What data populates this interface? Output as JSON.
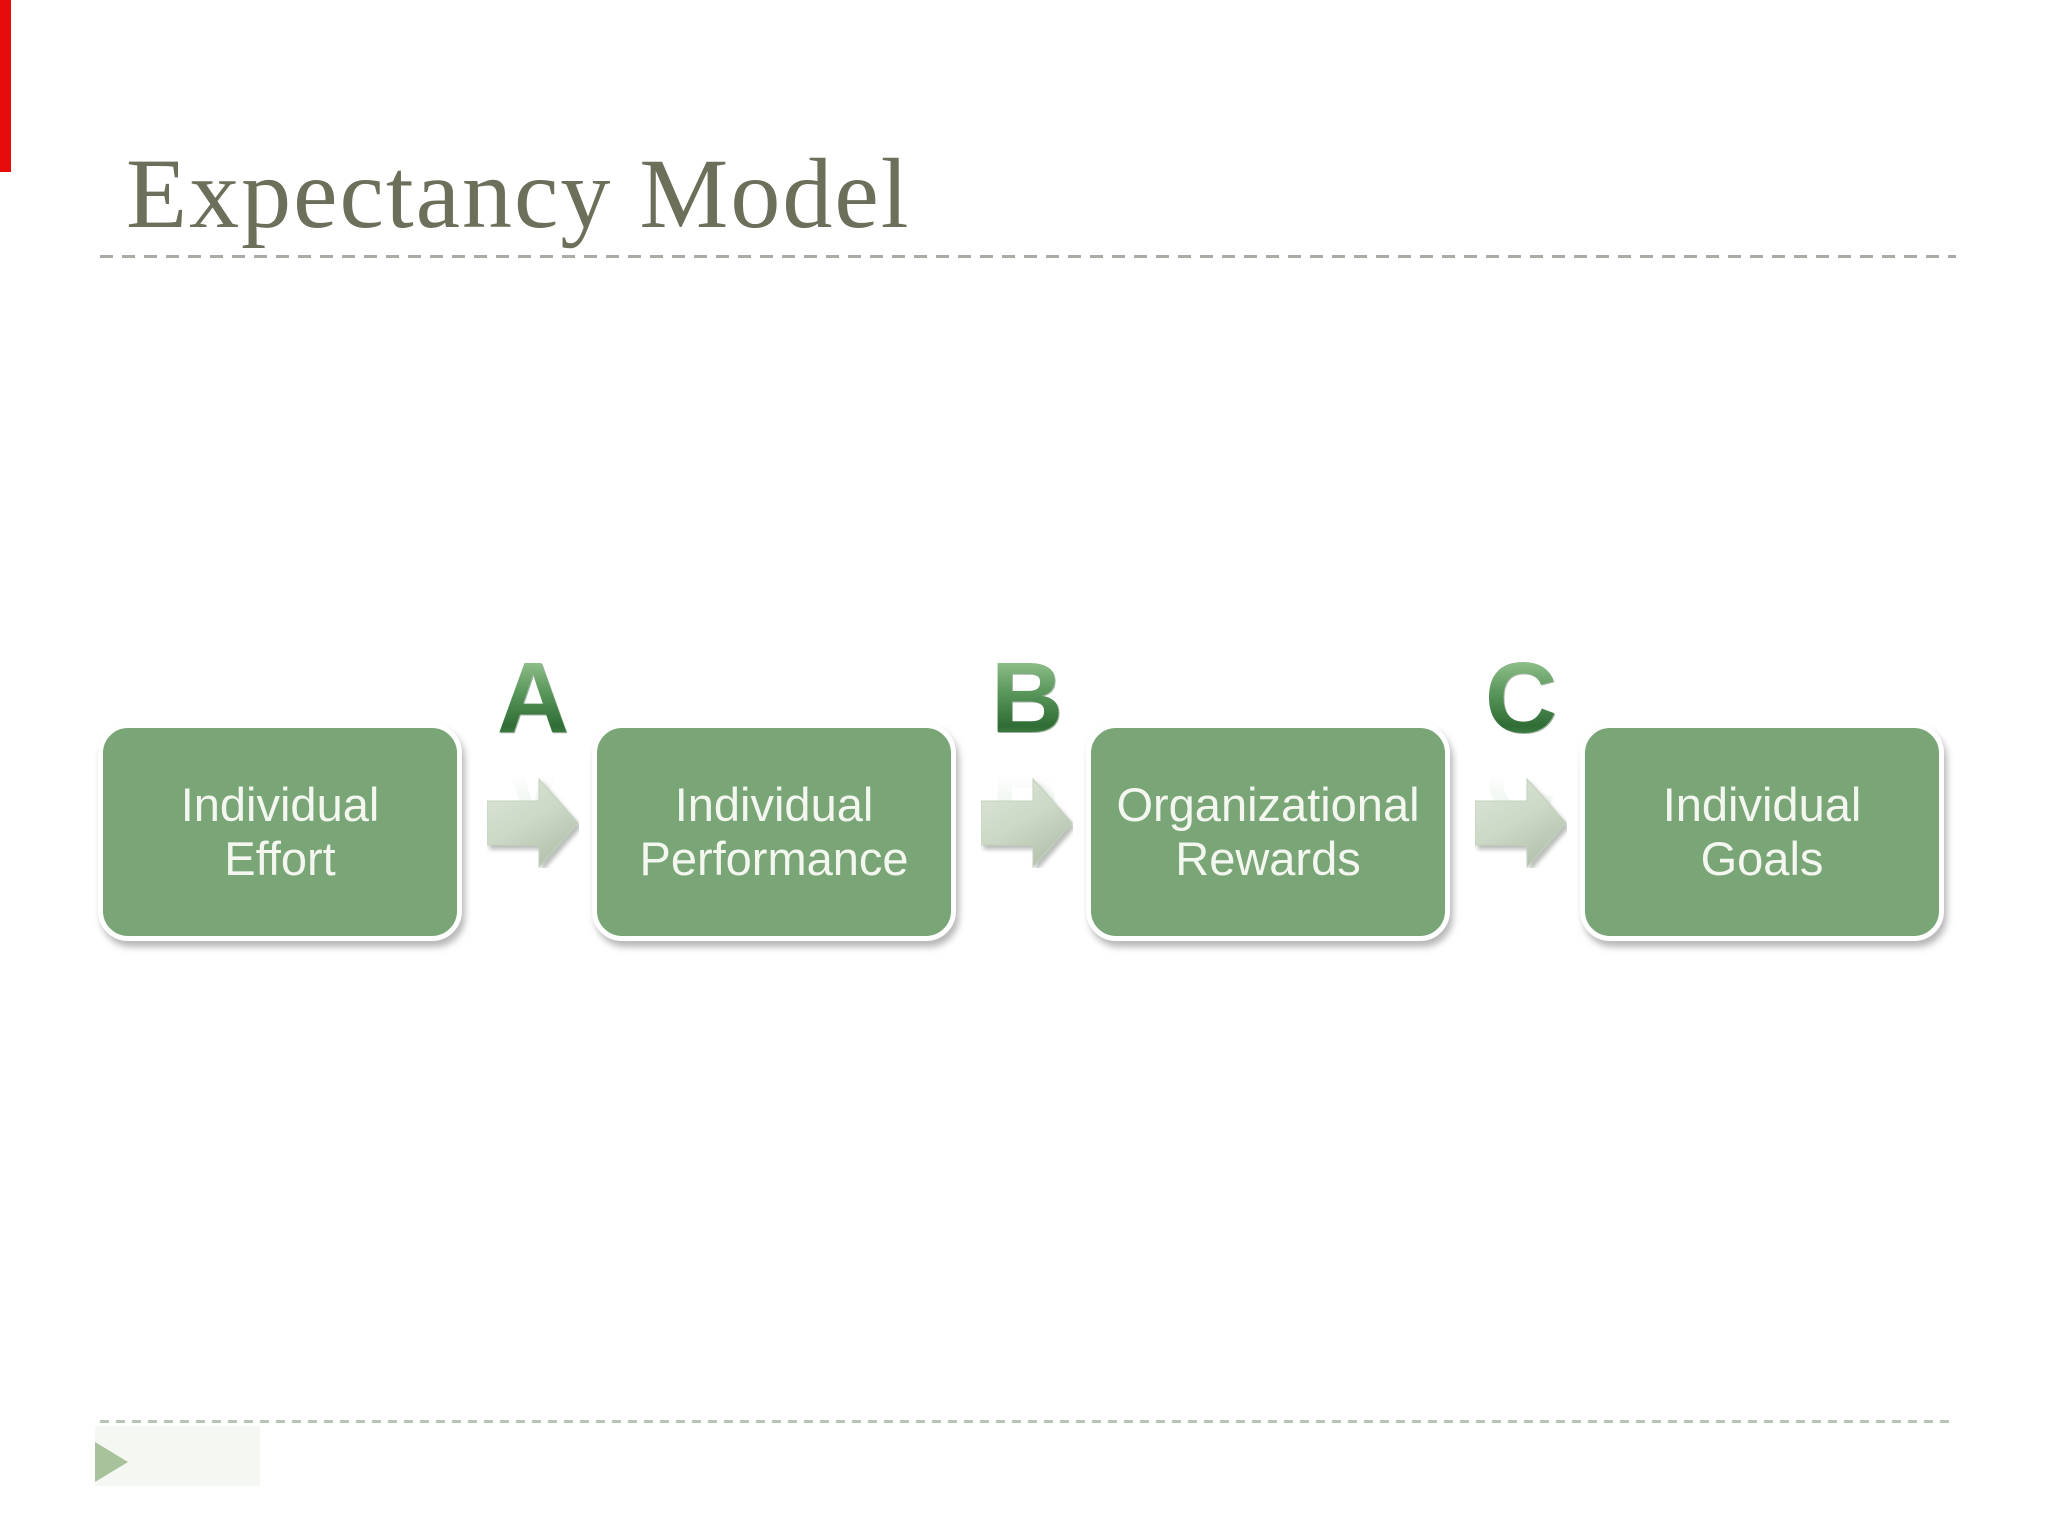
{
  "slide": {
    "title": "Expectancy Model"
  },
  "colors": {
    "accent_bar": "#e60c0c",
    "title_text": "#6c705a",
    "box_fill": "#7aa576",
    "box_text": "#f3f7f0",
    "letter_green_dark": "#2f6d35",
    "letter_green_light": "#a7d0a0",
    "arrow_fill_light": "#d6e1d0",
    "arrow_fill_dark": "#b9c7b2",
    "divider_top": "#a9aca4",
    "divider_bottom": "#b9c5b4",
    "footer_triangle": "#a8c29c"
  },
  "icons": {
    "footer_bullet": "right-triangle",
    "connector_arrow": "right-block-arrow"
  },
  "diagram": {
    "boxes": [
      {
        "line1": "Individual",
        "line2": "Effort"
      },
      {
        "line1": "Individual",
        "line2": "Performance"
      },
      {
        "line1": "Organizational",
        "line2": "Rewards"
      },
      {
        "line1": "Individual",
        "line2": "Goals"
      }
    ],
    "connectors": [
      {
        "letter": "A"
      },
      {
        "letter": "B"
      },
      {
        "letter": "C"
      }
    ]
  }
}
